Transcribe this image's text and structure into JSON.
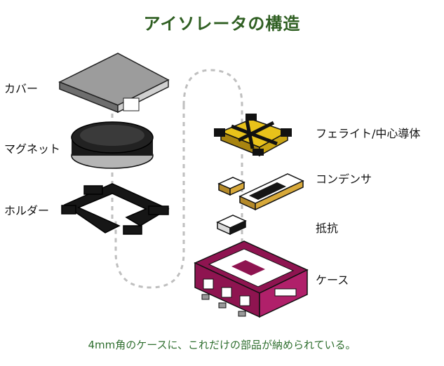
{
  "title": "アイソレータの構造",
  "caption": "4mm角のケースに、これだけの部品が納められている。",
  "labels": {
    "cover": "カバー",
    "magnet": "マグネット",
    "holder": "ホルダー",
    "ferrite": "フェライト/中心導体",
    "capacitor": "コンデンサ",
    "resistor": "抵抗",
    "case": "ケース"
  },
  "colors": {
    "title": "#2f5f22",
    "caption": "#2f6f2f",
    "case": "#8e1450",
    "ferrite_gold": "#e8c21a",
    "cover": "#9a9a9a",
    "black": "#151515"
  }
}
